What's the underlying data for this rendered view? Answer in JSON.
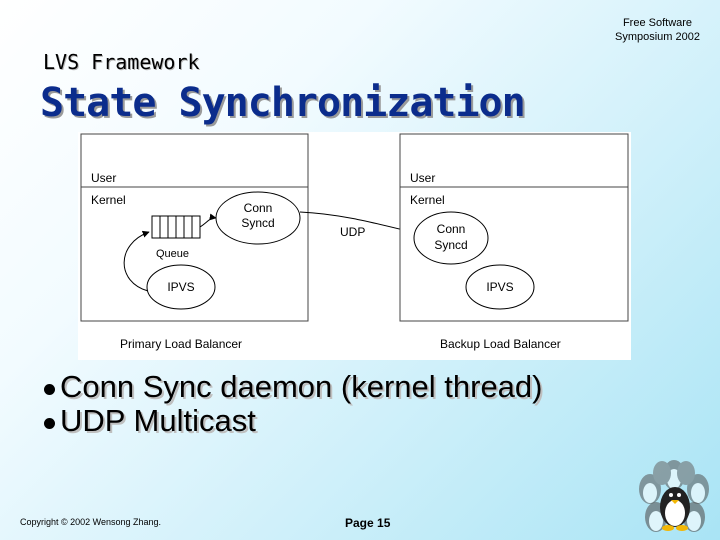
{
  "header": {
    "conference_line1": "Free Software",
    "conference_line2": "Symposium 2002",
    "section_title": "LVS Framework",
    "slide_title": "State Synchronization"
  },
  "diagram": {
    "primary": {
      "user_label": "User",
      "kernel_label": "Kernel",
      "queue_label": "Queue",
      "conn_syncd_line1": "Conn",
      "conn_syncd_line2": "Syncd",
      "ipvs_label": "IPVS",
      "caption": "Primary Load Balancer"
    },
    "backup": {
      "user_label": "User",
      "kernel_label": "Kernel",
      "conn_syncd_line1": "Conn",
      "conn_syncd_line2": "Syncd",
      "ipvs_label": "IPVS",
      "caption": "Backup Load Balancer"
    },
    "link_label": "UDP"
  },
  "bullets": [
    "Conn Sync daemon (kernel thread)",
    "UDP Multicast"
  ],
  "footer": {
    "copyright": "Copyright © 2002 Wensong Zhang.",
    "page": "Page 15"
  }
}
